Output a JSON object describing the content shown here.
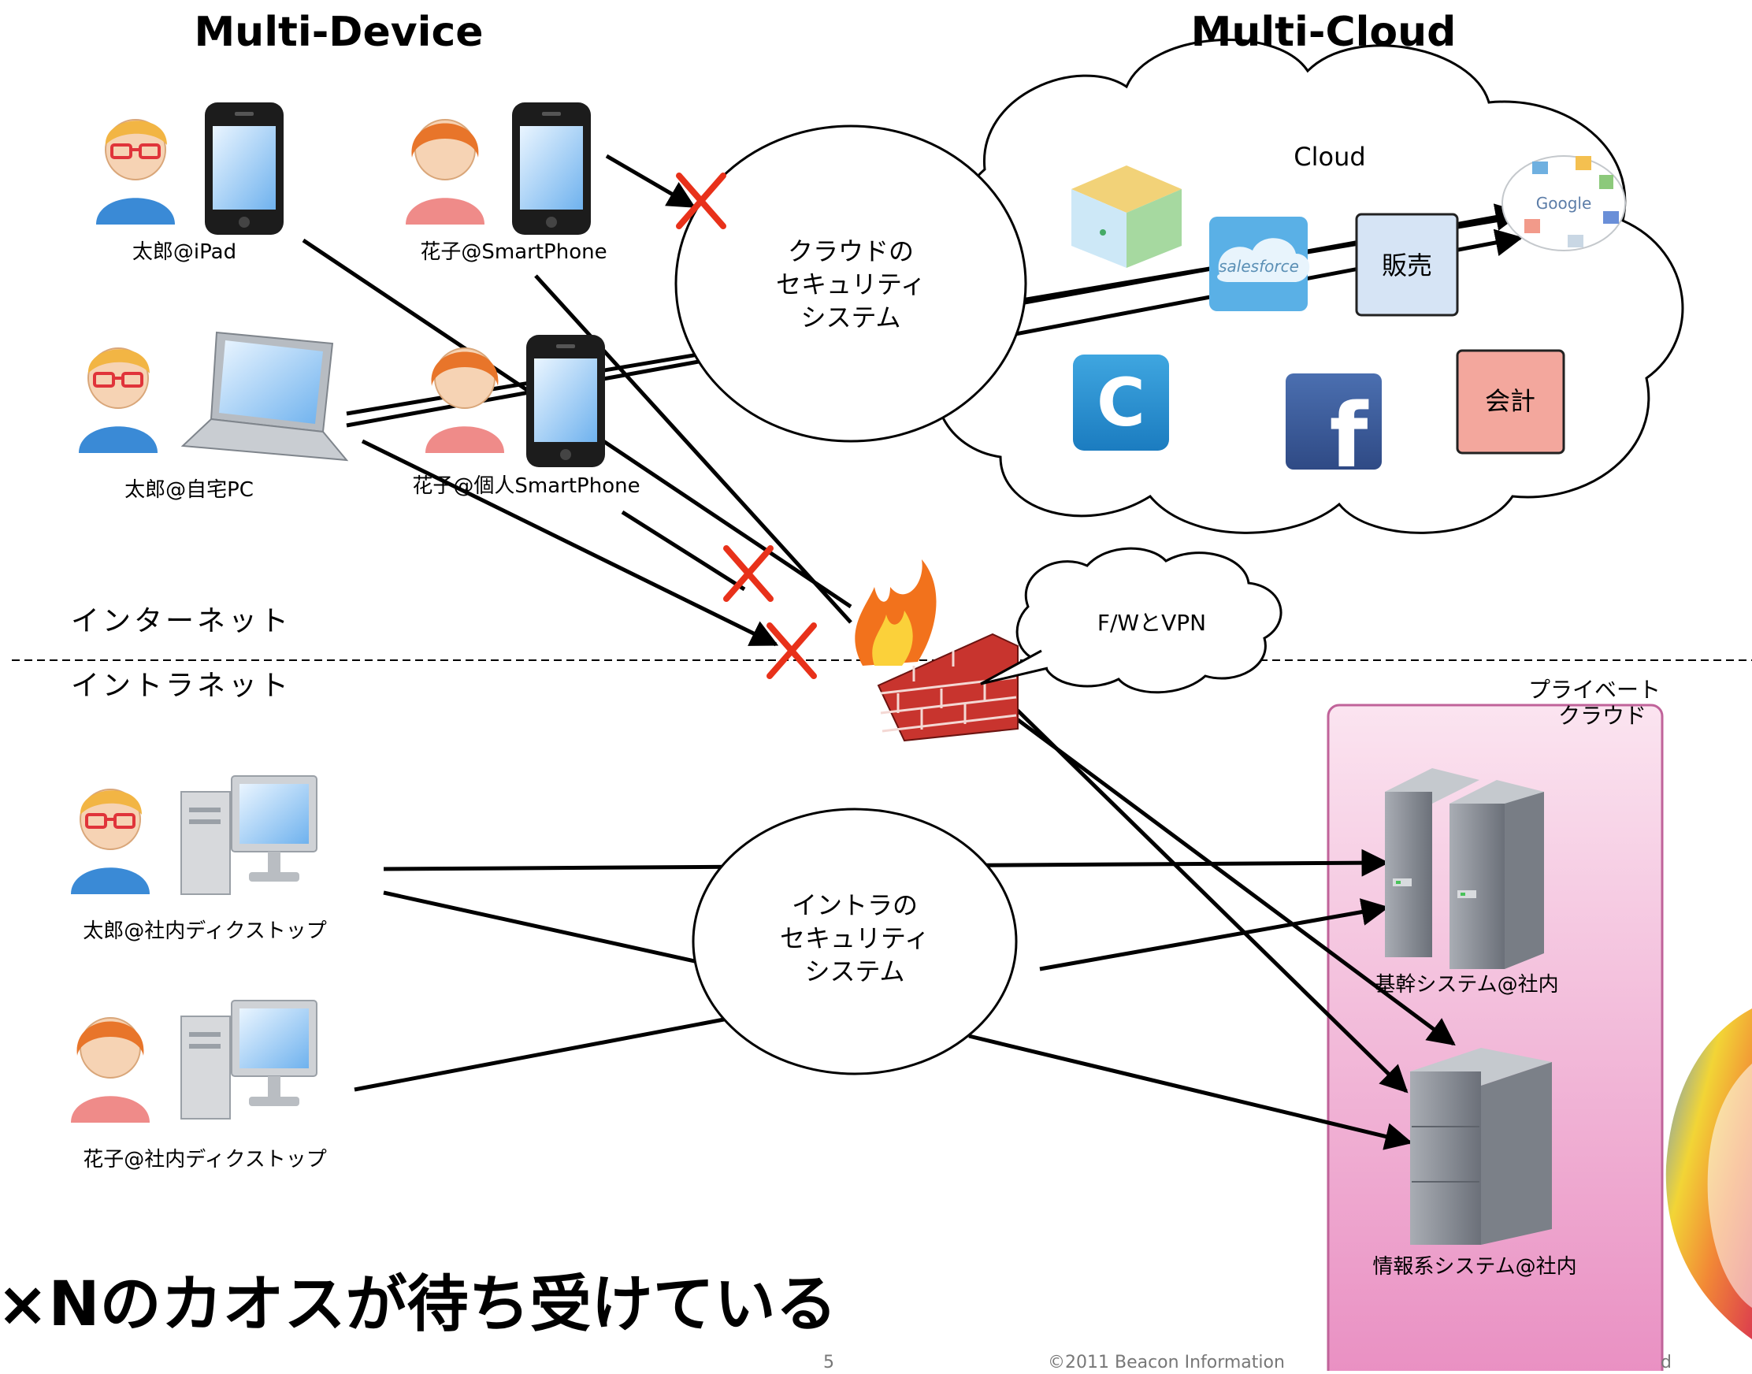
{
  "header": {
    "multi_device": "Multi-Device",
    "multi_cloud": "Multi-Cloud"
  },
  "cloud": {
    "label": "Cloud",
    "hanbai": "販売",
    "kaikei": "会計",
    "google": "Google",
    "salesforce": "salesforce",
    "facebook_glyph": "f",
    "c_glyph": "C"
  },
  "security": {
    "cloud_line1": "クラウドの",
    "cloud_line2": "セキュリティ",
    "cloud_line3": "システム",
    "intra_line1": "イントラの",
    "intra_line2": "セキュリティ",
    "intra_line3": "システム"
  },
  "firewall_bubble": "F/WとVPN",
  "zones": {
    "internet": "インターネット",
    "intranet": "イントラネット"
  },
  "devices": {
    "taro_ipad": "太郎@iPad",
    "hanako_smartphone": "花子@SmartPhone",
    "taro_home_pc": "太郎@自宅PC",
    "hanako_personal_smartphone": "花子@個人SmartPhone",
    "taro_office_desktop": "太郎@社内ディクストップ",
    "hanako_office_desktop": "花子@社内ディクストップ"
  },
  "private_cloud": {
    "label_line1": "プライベート",
    "label_line2": "クラウド",
    "core_system": "基幹システム@社内",
    "info_system": "情報系システム@社内"
  },
  "headline": "×Nのカオスが待ち受けている",
  "footer": {
    "page": "5",
    "copyright": "©2011 Beacon Information",
    "trailing": "d"
  },
  "colors": {
    "private_cloud_fill": "#f4c4df",
    "private_cloud_stroke": "#c0639a",
    "block_mark": "#e8311a",
    "hanbai_fill": "#d6e4f5",
    "kaikei_fill": "#f3a79d"
  }
}
